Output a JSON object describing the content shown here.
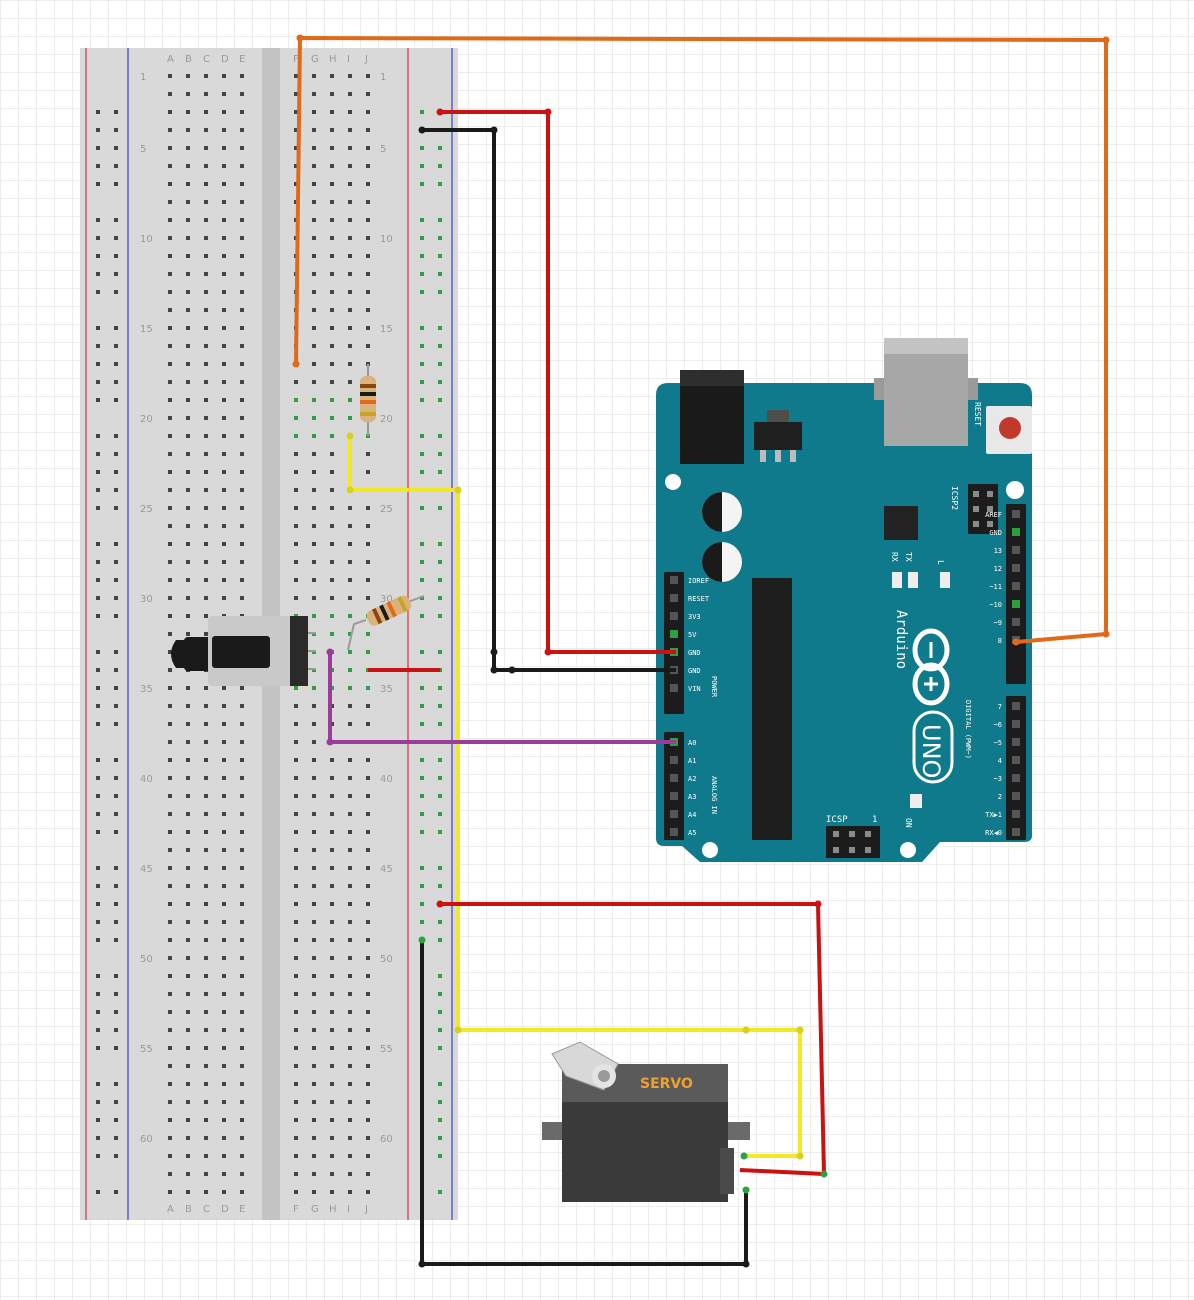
{
  "breadboard": {
    "columns_left": [
      "A",
      "B",
      "C",
      "D",
      "E"
    ],
    "columns_right": [
      "F",
      "G",
      "H",
      "I",
      "J"
    ],
    "row_numbers": [
      "1",
      "5",
      "10",
      "15",
      "20",
      "25",
      "30",
      "35",
      "40",
      "45",
      "50",
      "55",
      "60"
    ]
  },
  "arduino": {
    "brand": "Arduino",
    "model": "UNO",
    "reset_label": "RESET",
    "icsp2_label": "ICSP2",
    "icsp_label": "ICSP",
    "icsp_pin1": "1",
    "tx_label": "TX",
    "rx_label": "RX",
    "l_label": "L",
    "on_label": "ON",
    "power_header_label": "POWER",
    "analog_header_label": "ANALOG IN",
    "digital_header_label": "DIGITAL (PWM~)",
    "power_pins": [
      "IOREF",
      "RESET",
      "3V3",
      "5V",
      "GND",
      "GND",
      "VIN"
    ],
    "analog_pins": [
      "A0",
      "A1",
      "A2",
      "A3",
      "A4",
      "A5"
    ],
    "digital_pins_upper": [
      "AREF",
      "GND",
      "13",
      "12",
      "~11",
      "~10",
      "~9",
      "8"
    ],
    "digital_pins_lower": [
      "7",
      "~6",
      "~5",
      "4",
      "~3",
      "2",
      "TX▶1",
      "RX◀0"
    ]
  },
  "servo": {
    "label": "SERVO"
  },
  "colors": {
    "board_teal": "#0f7a8c",
    "wire_red": "#cc1111",
    "wire_black": "#1a1a1a",
    "wire_orange": "#e06a17",
    "wire_yellow": "#f2e824",
    "wire_purple": "#9b3b9b",
    "rail_red": "#dd3333",
    "rail_blue": "#3344cc"
  }
}
